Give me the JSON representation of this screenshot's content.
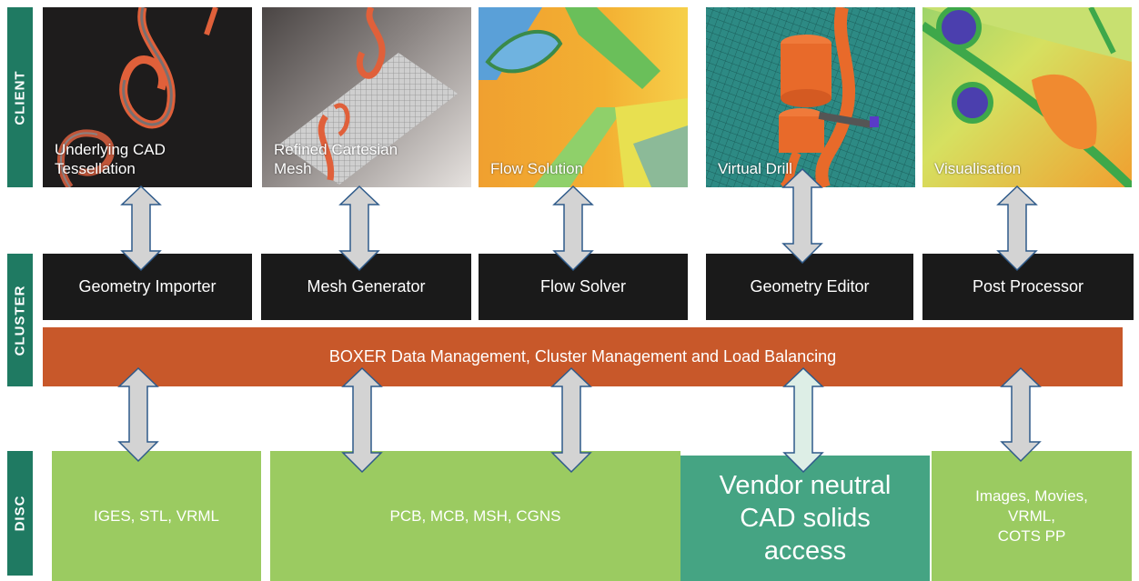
{
  "tiers": {
    "client": "CLIENT",
    "cluster": "CLUSTER",
    "disc": "DISC"
  },
  "client_tiles": [
    {
      "label_line1": "Underlying CAD",
      "label_line2": "Tessellation"
    },
    {
      "label_line1": "Refined Cartesian",
      "label_line2": "Mesh"
    },
    {
      "label_line1": "Flow Solution",
      "label_line2": ""
    },
    {
      "label_line1": "Virtual Drill",
      "label_line2": ""
    },
    {
      "label_line1": "Visualisation",
      "label_line2": ""
    }
  ],
  "modules": [
    "Geometry Importer",
    "Mesh Generator",
    "Flow Solver",
    "Geometry Editor",
    "Post Processor"
  ],
  "data_bar": "BOXER Data Management, Cluster Management and Load Balancing",
  "disc_stores": {
    "formats_1": "IGES, STL, VRML",
    "formats_2": "PCB, MCB, MSH, CGNS",
    "vendor_line1": "Vendor neutral",
    "vendor_line2": "CAD solids",
    "vendor_line3": "access",
    "outputs_line1": "Images, Movies,",
    "outputs_line2": "VRML,",
    "outputs_line3": "COTS PP"
  },
  "colors": {
    "tier_green": "#1f7a62",
    "module_black": "#1a1a1a",
    "bar_orange": "#c8582a",
    "disc_green": "#9bcb61",
    "vendor_teal": "#45a483",
    "arrow_fill": "#d3d3d3",
    "arrow_stroke": "#2e5a8a"
  }
}
